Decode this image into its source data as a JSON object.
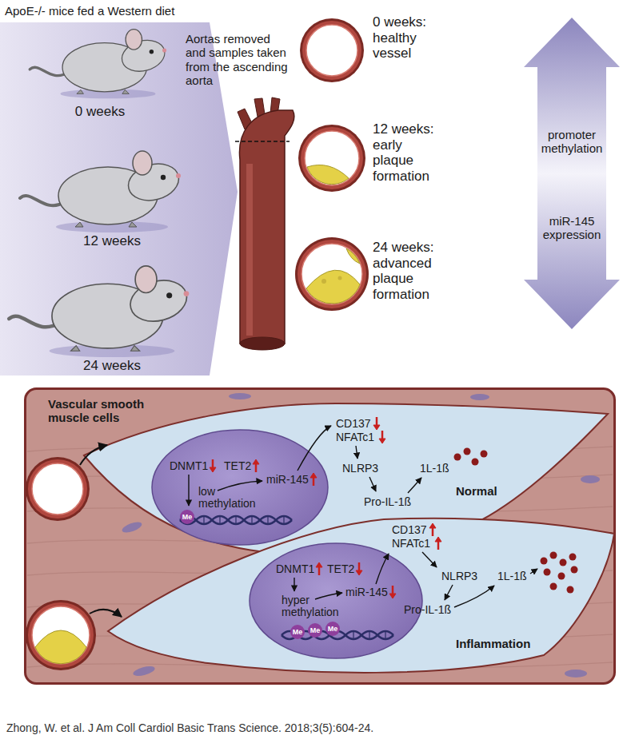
{
  "diagram": {
    "caption": "Zhong, W. et al. J Am Coll Cardiol Basic Trans Science. 2018;3(5):604-24.",
    "nodes": [
      {
        "text": [
          "ApoE-/- mice fed a Western diet",
          "0 weeks",
          "12 weeks",
          "24 weeks"
        ]
      },
      {
        "text": [
          "promoter methylation",
          "miR-145 expression"
        ]
      },
      {
        "text": [
          "Vascular smooth muscle cells"
        ]
      },
      {
        "text": [
          "CD137",
          "NFATc1",
          "NLRP3",
          "Pro-IL-1ß",
          "1L-1ß",
          "Normal"
        ],
        "in": 2
      },
      {
        "text": [
          "DNMT1",
          "TET2",
          "low methylation",
          "miR-145",
          "Me"
        ],
        "in": 3
      },
      {
        "text": [
          "CD137",
          "NFATc1",
          "NLRP3",
          "Pro-IL-1ß",
          "1L-1ß",
          "Inflammation"
        ],
        "in": 2
      },
      {
        "text": [
          "DNMT1",
          "TET2",
          "hyper methylation",
          "miR-145",
          "Me",
          "Me",
          "Me"
        ],
        "in": 5
      }
    ],
    "labels": [
      "Aortas removed and samples taken from the ascending aorta",
      "0 weeks: healthy vessel",
      "12 weeks: early plaque formation",
      "24 weeks: advanced plaque formation"
    ]
  }
}
